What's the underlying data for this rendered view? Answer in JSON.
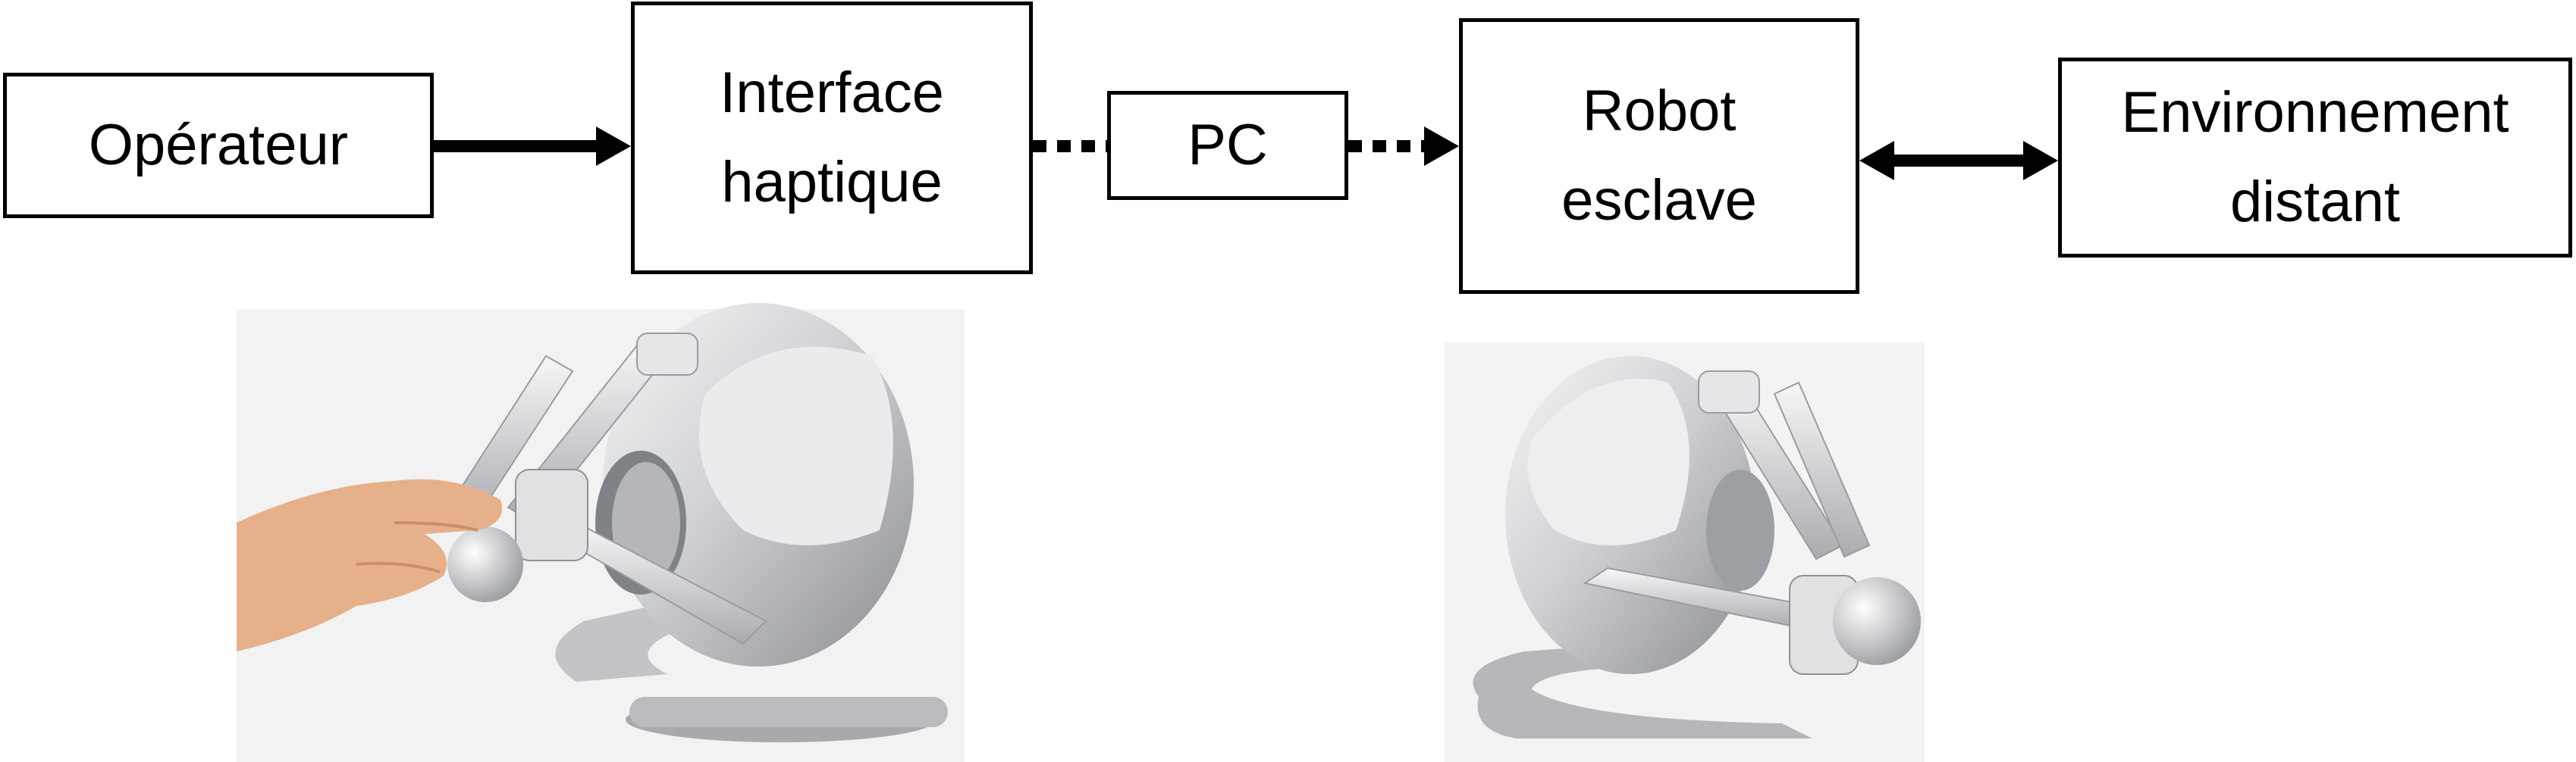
{
  "diagram": {
    "nodes": {
      "operator": "Opérateur",
      "haptic_interface": "Interface\nhaptique",
      "pc": "PC",
      "slave_robot": "Robot\nesclave",
      "remote_environment": "Environnement\ndistant"
    },
    "edges": [
      {
        "from": "operator",
        "to": "haptic_interface",
        "style": "solid",
        "direction": "forward"
      },
      {
        "from": "haptic_interface",
        "to": "pc",
        "style": "dotted",
        "direction": "none"
      },
      {
        "from": "pc",
        "to": "slave_robot",
        "style": "dotted",
        "direction": "forward"
      },
      {
        "from": "slave_robot",
        "to": "remote_environment",
        "style": "solid",
        "direction": "both"
      }
    ]
  },
  "images": {
    "haptic_device_in_hand": "haptic-device-photo",
    "slave_device": "haptic-device-photo"
  },
  "colors": {
    "line": "#000000",
    "device_body": "#c9cbce",
    "device_highlight": "#eef0f2",
    "device_shadow": "#8e9094",
    "photo_bg": "#f2f2f2",
    "skin": "#e8b48c"
  }
}
